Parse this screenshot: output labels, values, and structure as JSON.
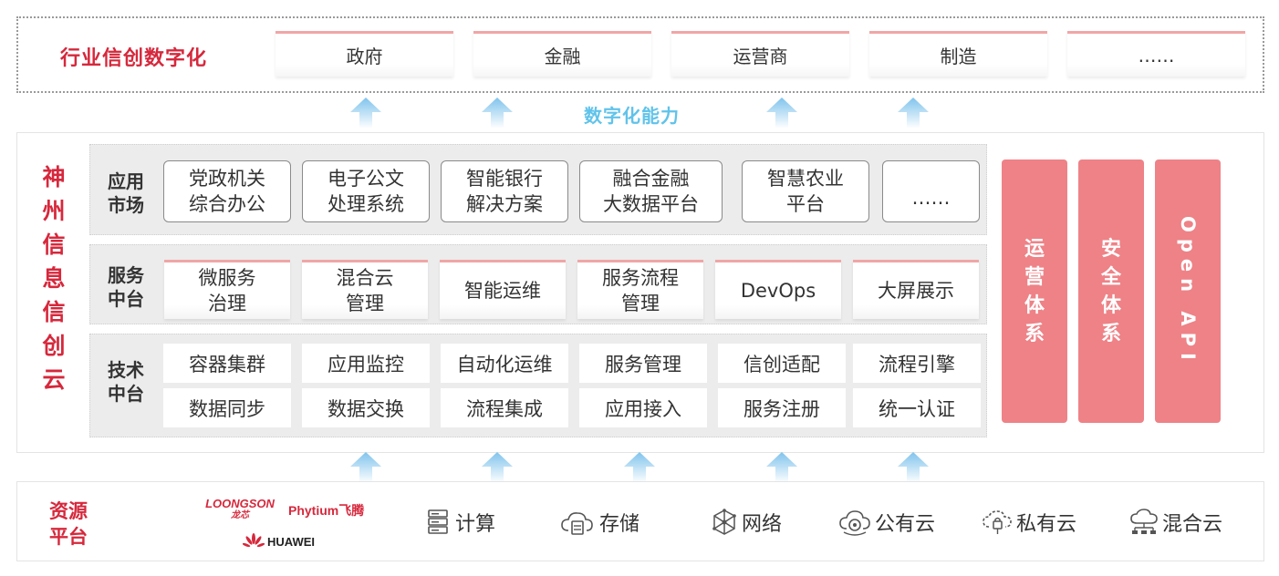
{
  "industry": {
    "title": "行业信创数字化",
    "items": [
      "政府",
      "金融",
      "运营商",
      "制造",
      "……"
    ]
  },
  "capability_label": "数字化能力",
  "platform": {
    "title": "神州信息信创云",
    "app_market": {
      "label": "应用市场",
      "items": [
        "党政机关\n综合办公",
        "电子公文\n处理系统",
        "智能银行\n解决方案",
        "融合金融\n大数据平台",
        "智慧农业\n平台",
        "……"
      ]
    },
    "service_center": {
      "label": "服务中台",
      "items": [
        "微服务\n治理",
        "混合云\n管理",
        "智能运维",
        "服务流程\n管理",
        "DevOps",
        "大屏展示"
      ]
    },
    "tech_center": {
      "label": "技术中台",
      "row1": [
        "容器集群",
        "应用监控",
        "自动化运维",
        "服务管理",
        "信创适配",
        "流程引擎"
      ],
      "row2": [
        "数据同步",
        "数据交换",
        "流程集成",
        "应用接入",
        "服务注册",
        "统一认证"
      ]
    },
    "pillars": [
      "运营体系",
      "安全体系",
      "Open API"
    ]
  },
  "resources": {
    "title": "资源平台",
    "brands": {
      "loongson_en": "LOONGSON",
      "loongson_cn": "龙芯",
      "phytium": "Phytium飞腾",
      "huawei": "HUAWEI"
    },
    "items": [
      {
        "icon": "server-icon",
        "label": "计算"
      },
      {
        "icon": "cloud-storage-icon",
        "label": "存储"
      },
      {
        "icon": "network-icon",
        "label": "网络"
      },
      {
        "icon": "public-cloud-icon",
        "label": "公有云"
      },
      {
        "icon": "private-cloud-icon",
        "label": "私有云"
      },
      {
        "icon": "hybrid-cloud-icon",
        "label": "混合云"
      }
    ]
  },
  "colors": {
    "accent_red": "#d6283c",
    "pillar_red": "#ee8287",
    "capability_blue": "#60c3ea"
  }
}
